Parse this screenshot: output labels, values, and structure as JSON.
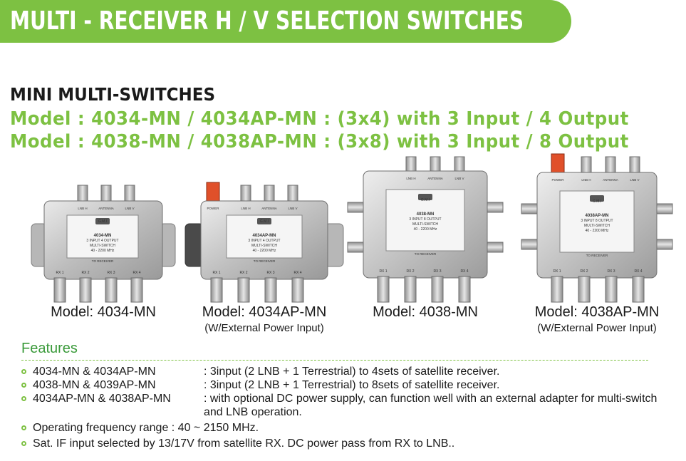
{
  "banner": {
    "title": "MULTI - RECEIVER H / V SELECTION SWITCHES"
  },
  "section": {
    "heading": "MINI MULTI-SWITCHES",
    "model_lines": [
      "Model : 4034-MN / 4034AP-MN : (3x4) with 3 Input / 4 Output",
      "Model : 4038-MN / 4038AP-MN : (3x8) with 3 Input / 8 Output"
    ]
  },
  "products": [
    {
      "caption": "Model: 4034-MN",
      "note": "",
      "label_lines": [
        "4034-MN",
        "3 INPUT 4 OUTPUT",
        "MULTI-SWITCH",
        "40 - 2200 MHz"
      ],
      "port_labels": [
        "RX 1",
        "RX 2",
        "RX 3",
        "RX 4"
      ],
      "bottom_label": "TO RECEIVER",
      "top_labels": [
        "LNB H",
        "ANTENNA",
        "LNB V"
      ]
    },
    {
      "caption": "Model: 4034AP-MN",
      "note": "(W/External Power Input)",
      "label_lines": [
        "4034AP-MN",
        "3 INPUT 4 OUTPUT",
        "MULTI-SWITCH",
        "40 - 2200 MHz"
      ],
      "port_labels": [
        "RX 1",
        "RX 2",
        "RX 3",
        "RX 4"
      ],
      "bottom_label": "TO RECEIVER",
      "top_labels": [
        "POWER",
        "LNB H",
        "ANTENNA",
        "LNB V"
      ]
    },
    {
      "caption": "Model: 4038-MN",
      "note": "",
      "label_lines": [
        "4038-MN",
        "3 INPUT 8 OUTPUT",
        "MULTI-SWITCH",
        "40 - 2200 MHz"
      ],
      "port_labels": [
        "RX 1",
        "RX 2",
        "RX 3",
        "RX 4"
      ],
      "bottom_label": "TO RECEIVER",
      "top_labels": [
        "LNB H",
        "ANTENNA",
        "LNB V"
      ]
    },
    {
      "caption": "Model: 4038AP-MN",
      "note": "(W/External Power Input)",
      "label_lines": [
        "4038AP-MN",
        "3 INPUT 8 OUTPUT",
        "MULTI-SWITCH",
        "40 - 2200 MHz"
      ],
      "port_labels": [
        "RX 1",
        "RX 2",
        "RX 3",
        "RX 4"
      ],
      "bottom_label": "TO RECEIVER",
      "top_labels": [
        "POWER",
        "LNB H",
        "ANTENNA",
        "LNB V"
      ]
    }
  ],
  "brand_badge": "G.M.I",
  "features": {
    "title": "Features",
    "items": [
      {
        "name": "4034-MN & 4034AP-MN",
        "desc": ": 3input (2 LNB + 1 Terrestrial) to 4sets of satellite receiver."
      },
      {
        "name": "4038-MN & 4039AP-MN",
        "desc": ": 3input (2 LNB + 1 Terrestrial) to 8sets of satellite receiver."
      },
      {
        "name": "4034AP-MN & 4038AP-MN",
        "desc": ": with optional DC power supply, can function well with an external adapter for multi-switch and LNB operation."
      },
      {
        "name": "",
        "desc": "Operating frequency range : 40 ~ 2150 MHz."
      },
      {
        "name": "",
        "desc": "Sat. IF input selected by 13/17V from satellite RX. DC power pass from RX to LNB.."
      }
    ]
  },
  "colors": {
    "brand_green": "#7dc142",
    "text_green": "#3a9a3a",
    "metal": "#c9c9c9"
  }
}
